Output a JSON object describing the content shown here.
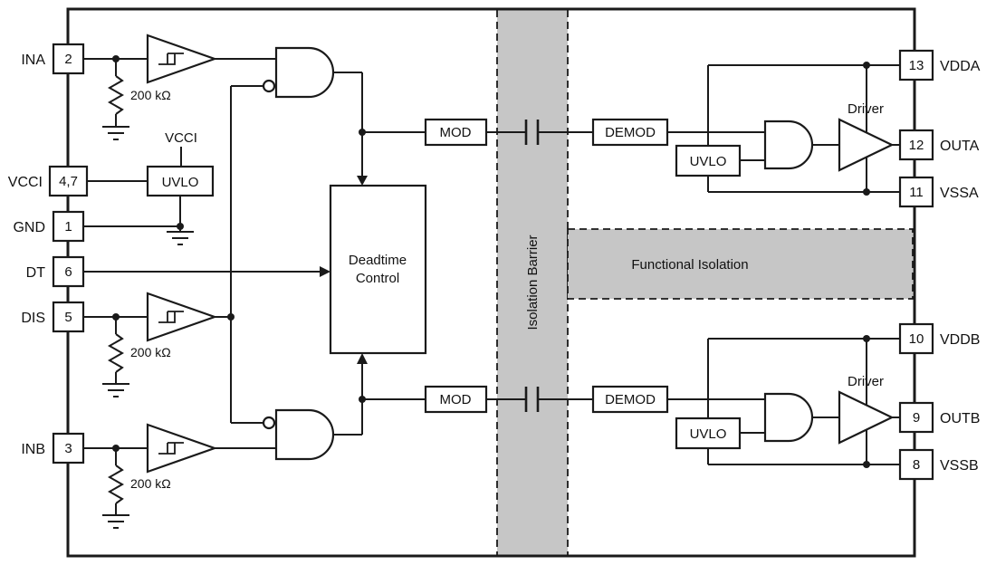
{
  "colors": {
    "line": "#1a1a1a",
    "isolation_fill": "#c6c6c6",
    "background": "#ffffff"
  },
  "left_pins": [
    {
      "name": "INA",
      "pin": "2"
    },
    {
      "name": "VCCI",
      "pin": "4,7"
    },
    {
      "name": "GND",
      "pin": "1"
    },
    {
      "name": "DT",
      "pin": "6"
    },
    {
      "name": "DIS",
      "pin": "5"
    },
    {
      "name": "INB",
      "pin": "3"
    }
  ],
  "right_pins": [
    {
      "name": "VDDA",
      "pin": "13"
    },
    {
      "name": "OUTA",
      "pin": "12"
    },
    {
      "name": "VSSA",
      "pin": "11"
    },
    {
      "name": "VDDB",
      "pin": "10"
    },
    {
      "name": "OUTB",
      "pin": "9"
    },
    {
      "name": "VSSB",
      "pin": "8"
    }
  ],
  "blocks": {
    "input_uvlo": "UVLO",
    "vcci_rail": "VCCI",
    "deadtime": {
      "line1": "Deadtime",
      "line2": "Control"
    },
    "mod_a": "MOD",
    "demod_a": "DEMOD",
    "uvlo_a": "UVLO",
    "driver_a": "Driver",
    "mod_b": "MOD",
    "demod_b": "DEMOD",
    "uvlo_b": "UVLO",
    "driver_b": "Driver"
  },
  "regions": {
    "isolation_barrier": "Isolation Barrier",
    "functional_isolation": "Functional Isolation"
  },
  "resistors": {
    "ina": "200 kΩ",
    "dis": "200 kΩ",
    "inb": "200 kΩ"
  }
}
